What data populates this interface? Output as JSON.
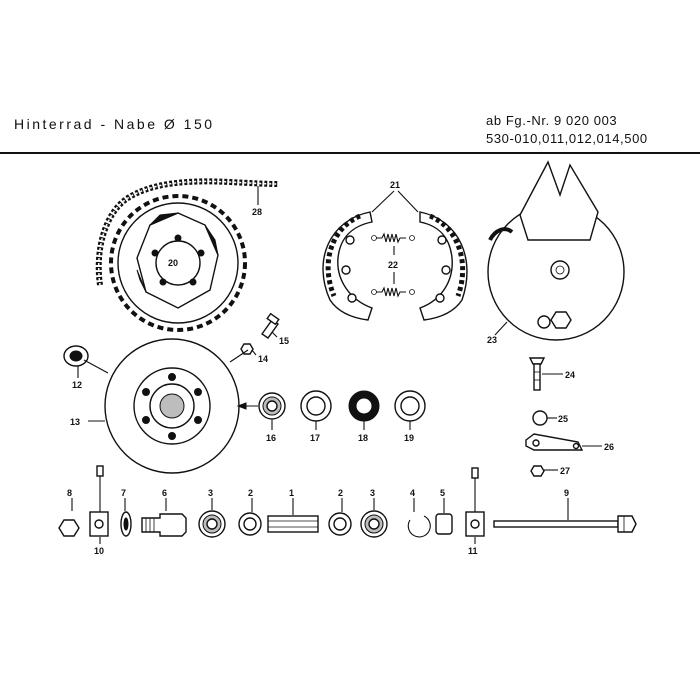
{
  "header": {
    "title": "Hinterrad  -  Nabe Ø 150",
    "frame_line1": "ab Fg.-Nr. 9 020 003",
    "frame_line2": "530-010,011,012,014,500"
  },
  "parts": {
    "p1": "1",
    "p2": "2",
    "p3": "3",
    "p4": "4",
    "p5": "5",
    "p6": "6",
    "p7": "7",
    "p8": "8",
    "p9": "9",
    "p10": "10",
    "p11": "11",
    "p12": "12",
    "p13": "13",
    "p14": "14",
    "p15": "15",
    "p16": "16",
    "p17": "17",
    "p18": "18",
    "p19": "19",
    "p20": "20",
    "p21": "21",
    "p22": "22",
    "p23": "23",
    "p24": "24",
    "p25": "25",
    "p26": "26",
    "p27": "27",
    "p28": "28"
  },
  "icons": {
    "chain": "chain-icon",
    "sprocket": "sprocket-icon",
    "brake_shoe": "brake-shoe-icon",
    "spring": "spring-icon",
    "brake_plate": "brake-plate-icon",
    "hub": "hub-icon",
    "bearing": "bearing-icon",
    "axle": "axle-icon"
  }
}
